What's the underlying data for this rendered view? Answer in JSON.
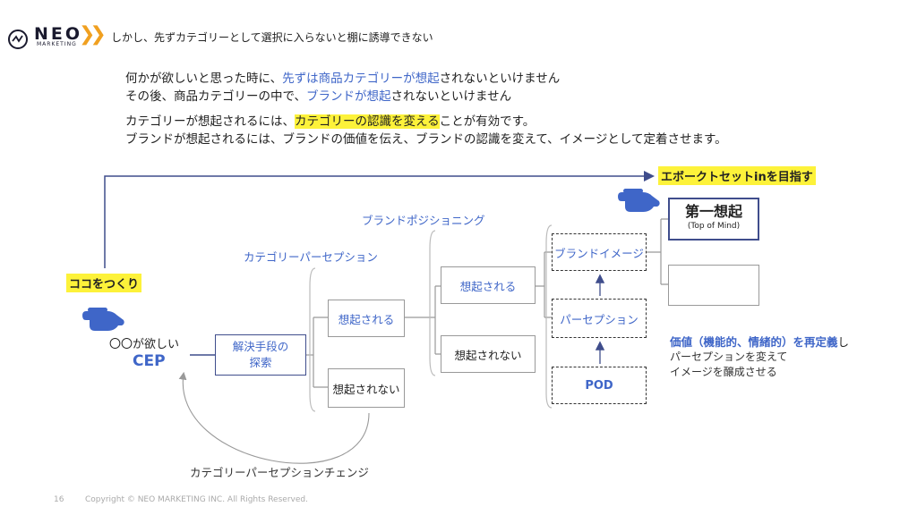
{
  "header": {
    "logo_word": "NEO",
    "logo_sub": "MARKETING",
    "logo_arrows": "❯❯",
    "title": "しかし、先ずカテゴリーとして選択に入らないと棚に誘導できない"
  },
  "intro": {
    "line1_a": "何かが欲しいと思った時に、",
    "line1_b": "先ずは商品カテゴリーが想起",
    "line1_c": "されないといけません",
    "line2_a": "その後、商品カテゴリーの中で、",
    "line2_b": "ブランドが想起",
    "line2_c": "されないといけません",
    "line3_a": "カテゴリーが想起されるには、",
    "line3_b": "カテゴリーの認識を変える",
    "line3_c": "ことが有効です。",
    "line4": "ブランドが想起されるには、ブランドの価値を伝え、ブランドの認識を変えて、イメージとして定着させます。"
  },
  "diagram": {
    "goal_note": "エボークトセットinを目指す",
    "start_note": "ココをつくり",
    "cep_sub": "〇〇が欲しい",
    "cep": "CEP",
    "search_box": [
      "解決手段の",
      "探索"
    ],
    "category_perception_label": "カテゴリーパーセプション",
    "brand_positioning_label": "ブランドポジショニング",
    "cat_recalled": "想起される",
    "cat_not_recalled": "想起されない",
    "brand_recalled": "想起される",
    "brand_not_recalled": "想起されない",
    "brand_image": "ブランドイメージ",
    "perception": "パーセプション",
    "pod": "POD",
    "top_of_mind": "第一想起",
    "top_of_mind_sub": "(Top of Mind)",
    "redefine_title_a": "価値（機能的、情緒的）を再定義",
    "redefine_title_b": "し",
    "redefine_line2": "パーセプションを変えて",
    "redefine_line3": "イメージを醸成させる",
    "change_label": "カテゴリーパーセプションチェンジ"
  },
  "footer": {
    "page": "16",
    "copyright": "Copyright © NEO MARKETING INC. All Rights Reserved."
  },
  "colors": {
    "accent_blue": "#3f66c8",
    "highlight": "#fdf23a",
    "logo_orange": "#f0a020",
    "dark_navy": "#1a1a2e"
  }
}
